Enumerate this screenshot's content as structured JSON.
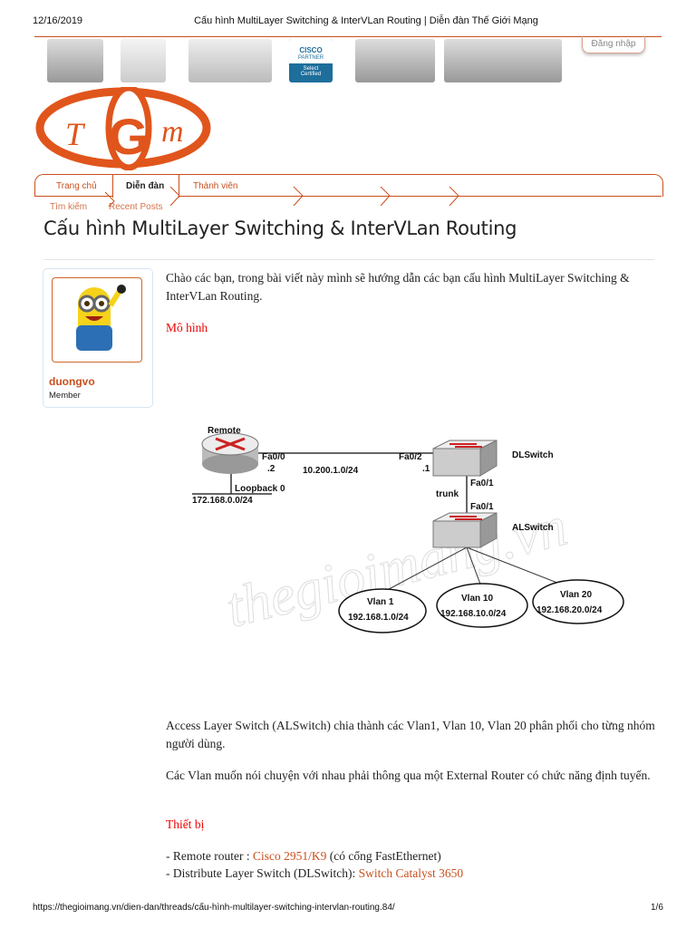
{
  "print_header": {
    "date": "12/16/2019",
    "page_title": "Cấu hình MultiLayer Switching & InterVLan Routing | Diễn đàn Thế Giới Mạng"
  },
  "header": {
    "login_label": "Đăng nhập",
    "logo_text": "TGM",
    "partner_badge": {
      "brand": "CISCO",
      "line1": "PARTNER",
      "line2": "Select",
      "line3": "Certified"
    }
  },
  "nav": {
    "tabs": [
      {
        "label": "Trang chủ"
      },
      {
        "label": "Diễn đàn",
        "active": true
      },
      {
        "label": "Thành viên"
      }
    ],
    "subtabs": [
      {
        "label": "Tìm kiếm"
      },
      {
        "label": "Recent Posts"
      }
    ]
  },
  "thread": {
    "title": "Cấu hình MultiLayer Switching & InterVLan Routing"
  },
  "author": {
    "name": "duongvo",
    "role": "Member"
  },
  "post": {
    "intro": "Chào các bạn, trong bài viết này mình sẽ hướng dẫn các bạn cấu hình MultiLayer Switching & InterVLan Routing.",
    "heading_model": "Mô hình",
    "para_access": "Access Layer Switch (ALSwitch) chia thành các Vlan1, Vlan 10, Vlan 20 phân phối cho từng nhóm người dùng.",
    "para_vlan": "Các Vlan muốn nói chuyện với nhau phải thông qua một External Router có chức năng định tuyến.",
    "heading_devices": "Thiết bị",
    "devices": [
      {
        "prefix": "- Remote router : ",
        "link": "Cisco 2951/K9",
        "suffix": " (có cổng FastEthernet)"
      },
      {
        "prefix": "- Distribute Layer Switch (DLSwitch): ",
        "link": "Switch Catalyst 3650",
        "suffix": ""
      }
    ]
  },
  "diagram": {
    "watermark": "thegioimang.vn",
    "router": "Remote",
    "router_port": "Fa0/0",
    "router_ip": ".2",
    "link_net": "10.200.1.0/24",
    "dl_port": "Fa0/2",
    "dl_ip": ".1",
    "dl_name": "DLSwitch",
    "dl_down_port": "Fa0/1",
    "trunk": "trunk",
    "al_up_port": "Fa0/1",
    "al_name": "ALSwitch",
    "loopback": "Loopback 0",
    "loopback_net": "172.168.0.0/24",
    "vlans": [
      {
        "name": "Vlan 1",
        "net": "192.168.1.0/24"
      },
      {
        "name": "Vlan 10",
        "net": "192.168.10.0/24"
      },
      {
        "name": "Vlan 20",
        "net": "192.168.20.0/24"
      }
    ]
  },
  "print_footer": {
    "url": "https://thegioimang.vn/dien-dan/threads/cấu-hình-multilayer-switching-intervlan-routing.84/",
    "page": "1/6"
  },
  "colors": {
    "brand": "#c8501e",
    "heading_red": "#e00000"
  }
}
